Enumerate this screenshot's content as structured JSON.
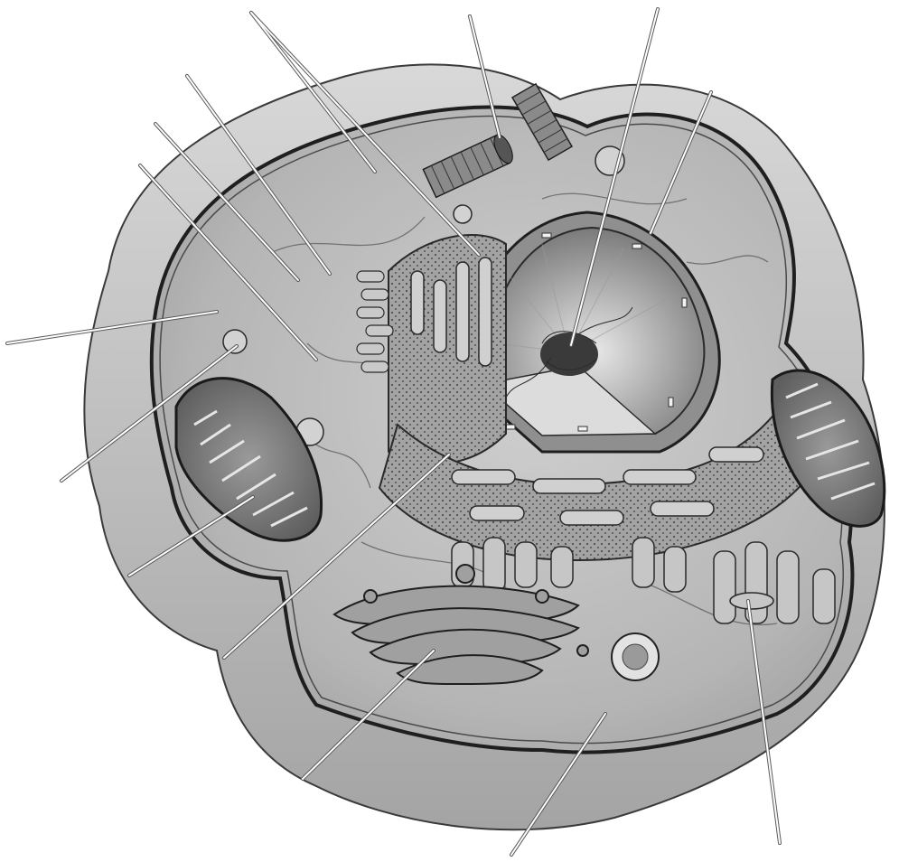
{
  "diagram": {
    "subject": "animal-cell-cutaway",
    "style": "grayscale-illustration",
    "leader_line_count": 15,
    "labels_printed": false,
    "colors": {
      "background": "#ffffff",
      "cytoplasm": "#b9b9b9",
      "membrane": "#2a2a2a",
      "nucleus_interior": "#a9a9a9",
      "organelle_fill": "#8c8c8c",
      "leader_line": "#ffffff"
    },
    "structures": [
      "plasma-membrane",
      "cytoplasm",
      "nucleus",
      "nuclear-envelope",
      "nuclear-pore",
      "nucleolus",
      "chromatin",
      "rough-endoplasmic-reticulum",
      "smooth-endoplasmic-reticulum",
      "ribosomes",
      "golgi-apparatus",
      "mitochondrion",
      "centrioles",
      "lysosome",
      "vesicle",
      "cytoskeleton-filaments",
      "secretory-vesicle"
    ]
  }
}
